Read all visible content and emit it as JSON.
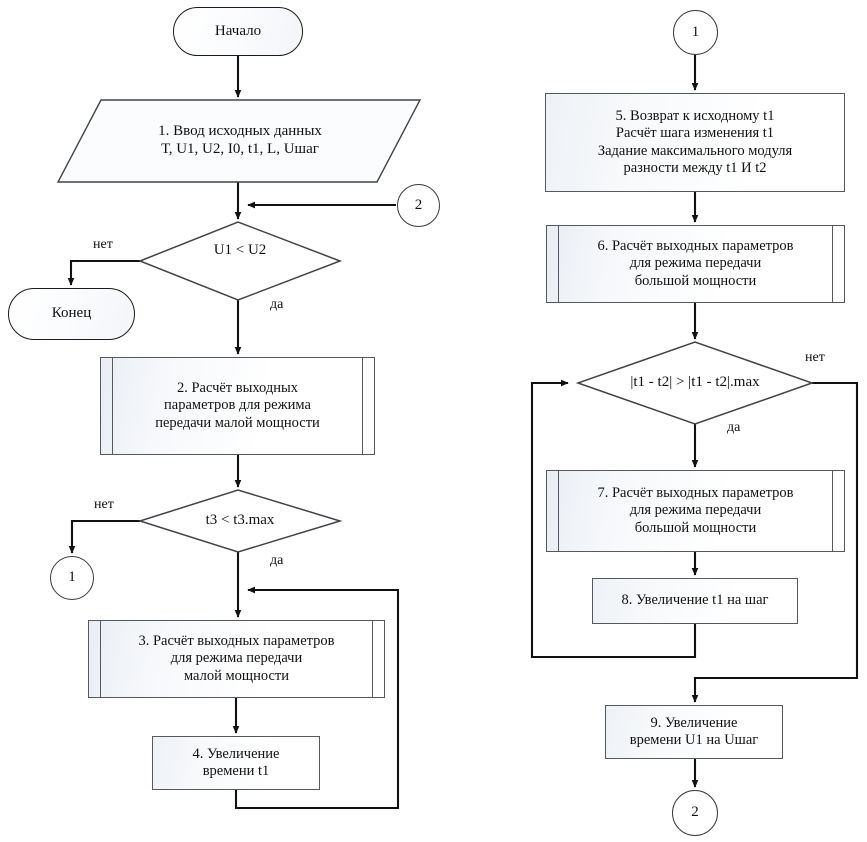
{
  "diagram": {
    "title": "Блок-схема алгоритма",
    "language": "ru",
    "background_color": "#ffffff",
    "line_color": "#111111",
    "node_fill": "#f2f5f9",
    "node_stroke": "#55585e"
  },
  "nodes": {
    "start": {
      "label": "Начало",
      "shape": "terminator"
    },
    "input1": {
      "label": "1. Ввод исходных данных\nТ, U1, U2, I0, t1, L, Uшаг",
      "shape": "parallelogram"
    },
    "decision_u": {
      "label": "U1 < U2",
      "shape": "decision"
    },
    "end": {
      "label": "Конец",
      "shape": "terminator"
    },
    "proc2": {
      "label": "2. Расчёт выходных\nпараметров для режима\nпередачи малой мощности",
      "shape": "predefined-process"
    },
    "decision_t3": {
      "label": "t3 < t3.max",
      "shape": "decision"
    },
    "proc3": {
      "label": "3. Расчёт выходных параметров\nдля режима передачи\nмалой мощности",
      "shape": "predefined-process"
    },
    "proc4": {
      "label": "4. Увеличение\nвремени t1",
      "shape": "process"
    },
    "proc5": {
      "label": "5. Возврат к исходному t1\nРасчёт шага изменения t1\nЗадание максимального модуля\nразности между t1 И t2",
      "shape": "process"
    },
    "proc6": {
      "label": "6. Расчёт выходных параметров\nдля режима передачи\nбольшой мощности",
      "shape": "predefined-process"
    },
    "decision_t1t2": {
      "label": "|t1 - t2| > |t1 - t2|.max",
      "shape": "decision"
    },
    "proc7": {
      "label": "7. Расчёт выходных параметров\nдля режима передачи\nбольшой мощности",
      "shape": "predefined-process"
    },
    "proc8": {
      "label": "8. Увеличение t1 на шаг",
      "shape": "process"
    },
    "proc9": {
      "label": "9. Увеличение\nвремени U1 на Uшаг",
      "shape": "process"
    }
  },
  "connectors": {
    "in_2_left": {
      "label": "2"
    },
    "out_1_left": {
      "label": "1"
    },
    "in_1_right": {
      "label": "1"
    },
    "out_2_right": {
      "label": "2"
    }
  },
  "edge_labels": {
    "u_no": "нет",
    "u_yes": "да",
    "t3_no": "нет",
    "t3_yes": "да",
    "t1t2_no": "нет",
    "t1t2_yes": "да"
  }
}
